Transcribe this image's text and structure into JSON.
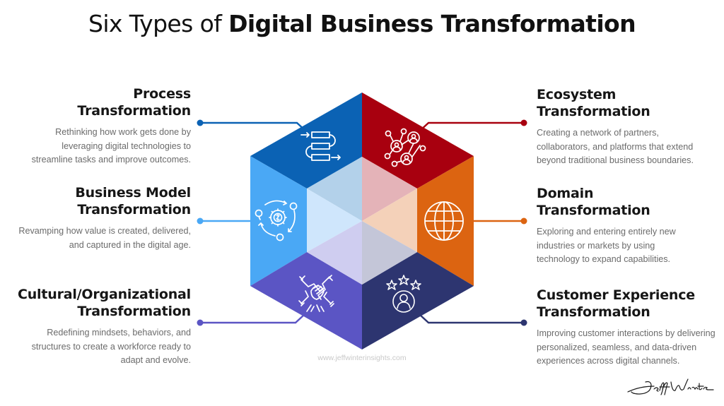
{
  "title": {
    "light": "Six Types of ",
    "bold": "Digital Business Transformation"
  },
  "types": [
    {
      "id": "process",
      "title_line1": "Process",
      "title_line2": "Transformation",
      "description": "Rethinking how work gets done by leveraging digital technologies to streamline tasks and improve outcomes.",
      "color": "#0b62b4",
      "icon": "process-flow-icon"
    },
    {
      "id": "business-model",
      "title_line1": "Business Model",
      "title_line2": "Transformation",
      "description": "Revamping how value is created, delivered, and captured in the digital age.",
      "color": "#4aa8f5",
      "icon": "gear-dollar-cycle-icon"
    },
    {
      "id": "cultural",
      "title_line1": "Cultural/Organizational",
      "title_line2": "Transformation",
      "description": "Redefining mindsets, behaviors, and structures to create a workforce ready to adapt and evolve.",
      "color": "#5b55c4",
      "icon": "teamwork-hands-icon"
    },
    {
      "id": "ecosystem",
      "title_line1": "Ecosystem",
      "title_line2": "Transformation",
      "description": "Creating a network of partners, collaborators, and platforms that extend beyond traditional business boundaries.",
      "color": "#a8000f",
      "icon": "network-people-icon"
    },
    {
      "id": "domain",
      "title_line1": "Domain",
      "title_line2": "Transformation",
      "description": "Exploring and entering entirely new industries or markets by using technology to expand capabilities.",
      "color": "#dc6411",
      "icon": "globe-icon"
    },
    {
      "id": "customer-experience",
      "title_line1": "Customer Experience",
      "title_line2": "Transformation",
      "description": "Improving customer interactions by delivering personalized, seamless, and data-driven experiences across digital channels.",
      "color": "#2d3570",
      "icon": "customer-rating-icon"
    }
  ],
  "watermark": "www.jeffwinterinsights.com",
  "signature": "Jeff Winter"
}
